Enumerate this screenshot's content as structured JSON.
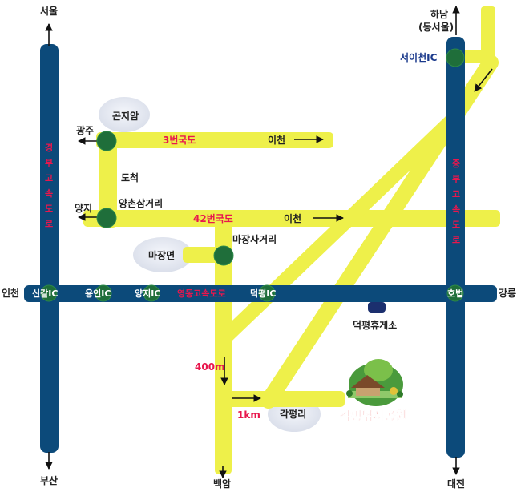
{
  "colors": {
    "road": "#eef04a",
    "expressway": "#0c4a7a",
    "junction": "#1f6e3a",
    "highlight_text": "#e8174d",
    "ic_blue_text": "#1b3a8c",
    "park_title": "#e02020"
  },
  "directions": {
    "seoul": "서울",
    "busan": "부산",
    "incheon": "인천",
    "gangneung": "강릉",
    "hanam": "하남",
    "east_seoul": "(동서울)",
    "daejeon": "대전",
    "baegam": "백암",
    "icheon_top": "이천",
    "icheon_mid": "이천"
  },
  "expressways": {
    "gyeongbu": "경부고속도로",
    "jungbu": "중부고속도로",
    "yeongdong": "영동고속도로"
  },
  "roads": {
    "route3": "3번국도",
    "route42": "42번국도"
  },
  "ics": {
    "singal": "신갈IC",
    "yongin": "용인IC",
    "yangji": "양지IC",
    "deokpyeong": "덕평IC",
    "hobeop": "호법",
    "seoicheon": "서이천IC"
  },
  "places": {
    "gonjiam": "곤지암",
    "gwangju": "광주",
    "docheok": "도척",
    "yangji": "양지",
    "yangchon_junction": "양촌삼거리",
    "majang_myeon": "마장면",
    "majang_junction": "마장사거리",
    "rest_area": "덕평휴게소",
    "gakpyeong_ri": "각평리"
  },
  "distances": {
    "d400": "400m",
    "d1km": "1km"
  },
  "destination": {
    "name": "각평낚시공원"
  }
}
